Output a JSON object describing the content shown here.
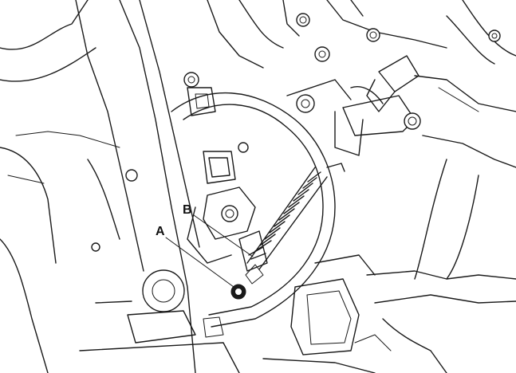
{
  "callouts": [
    {
      "id": "A",
      "label": "A"
    },
    {
      "id": "B",
      "label": "B"
    }
  ],
  "colors": {
    "line": "#1a1a1a",
    "background": "#ffffff"
  }
}
